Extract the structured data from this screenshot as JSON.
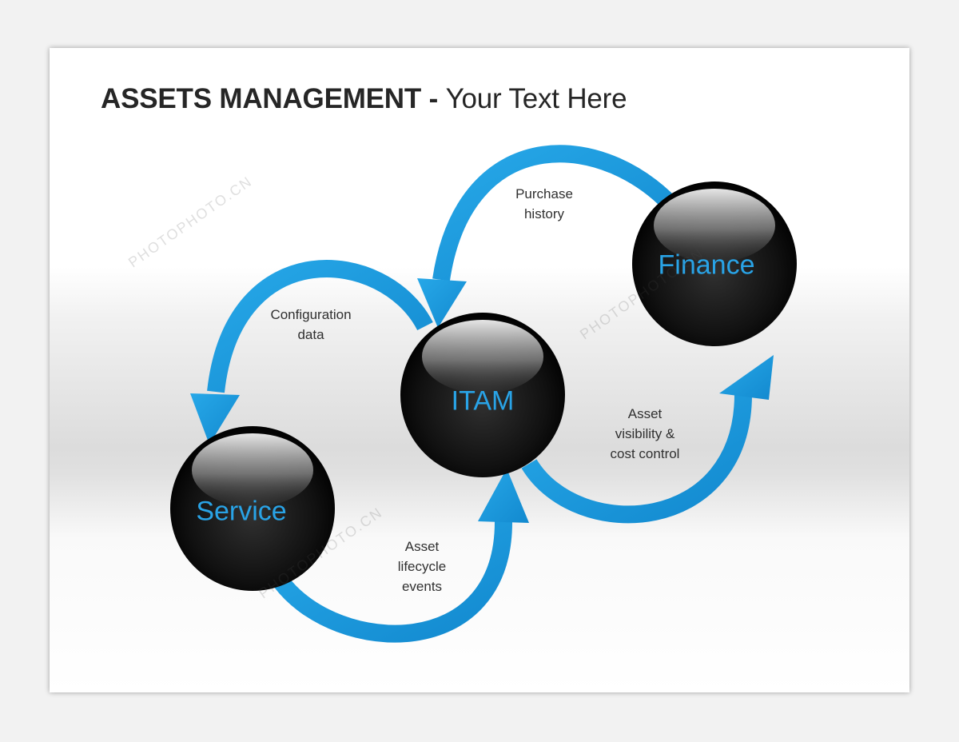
{
  "title": {
    "bold": "ASSETS MANAGEMENT",
    "separator": " - ",
    "rest": "Your Text Here"
  },
  "nodes": {
    "itam": "ITAM",
    "finance": "Finance",
    "service": "Service"
  },
  "flows": {
    "purchase_history": [
      "Purchase",
      "history"
    ],
    "configuration_data": [
      "Configuration",
      "data"
    ],
    "asset_visibility": [
      "Asset",
      "visibility &",
      "cost control"
    ],
    "asset_lifecycle": [
      "Asset",
      "lifecycle",
      "events"
    ]
  },
  "watermark": "PHOTOPHOTO.CN",
  "colors": {
    "arrow": "#1b9ee0",
    "arrow_dark": "#0d7fc0",
    "node_label": "#29a3e6",
    "sphere": "#151515"
  }
}
